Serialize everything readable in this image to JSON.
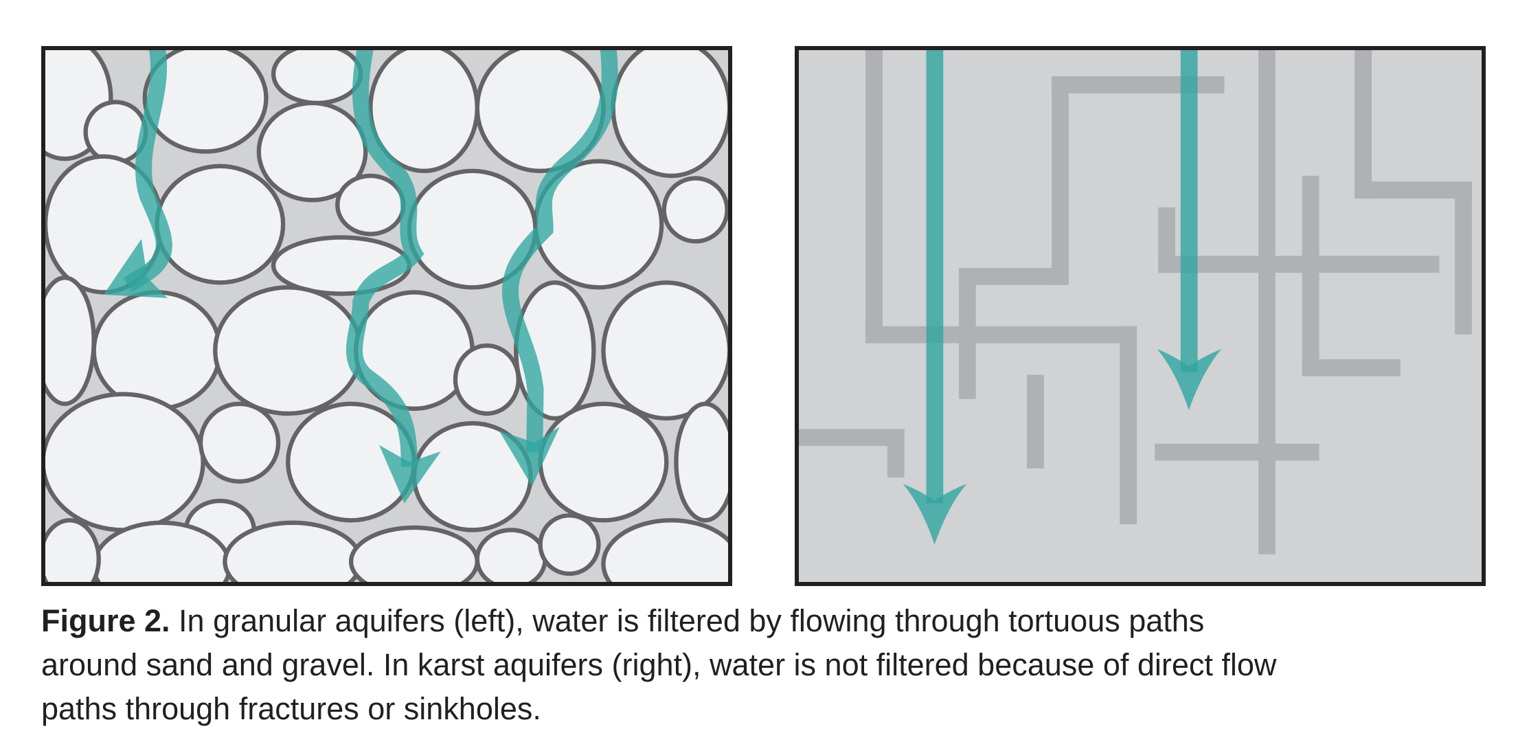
{
  "figure": {
    "left_panel": {
      "subject": "granular aquifer"
    },
    "right_panel": {
      "subject": "karst aquifer"
    },
    "colors": {
      "frame": "#231f20",
      "pore_space": "#d1d2d4",
      "grain_fill": "#f1f2f4",
      "grain_outline": "#646466",
      "fracture": "#b0b1b4",
      "water_flow": "#2fa69f"
    },
    "caption": {
      "label": "Figure 2.",
      "line1": " In granular aquifers (left), water is filtered by flowing through tortuous paths",
      "line2": "around sand and gravel. In karst aquifers (right), water is not filtered because of direct flow",
      "line3": "paths through fractures or sinkholes."
    }
  }
}
